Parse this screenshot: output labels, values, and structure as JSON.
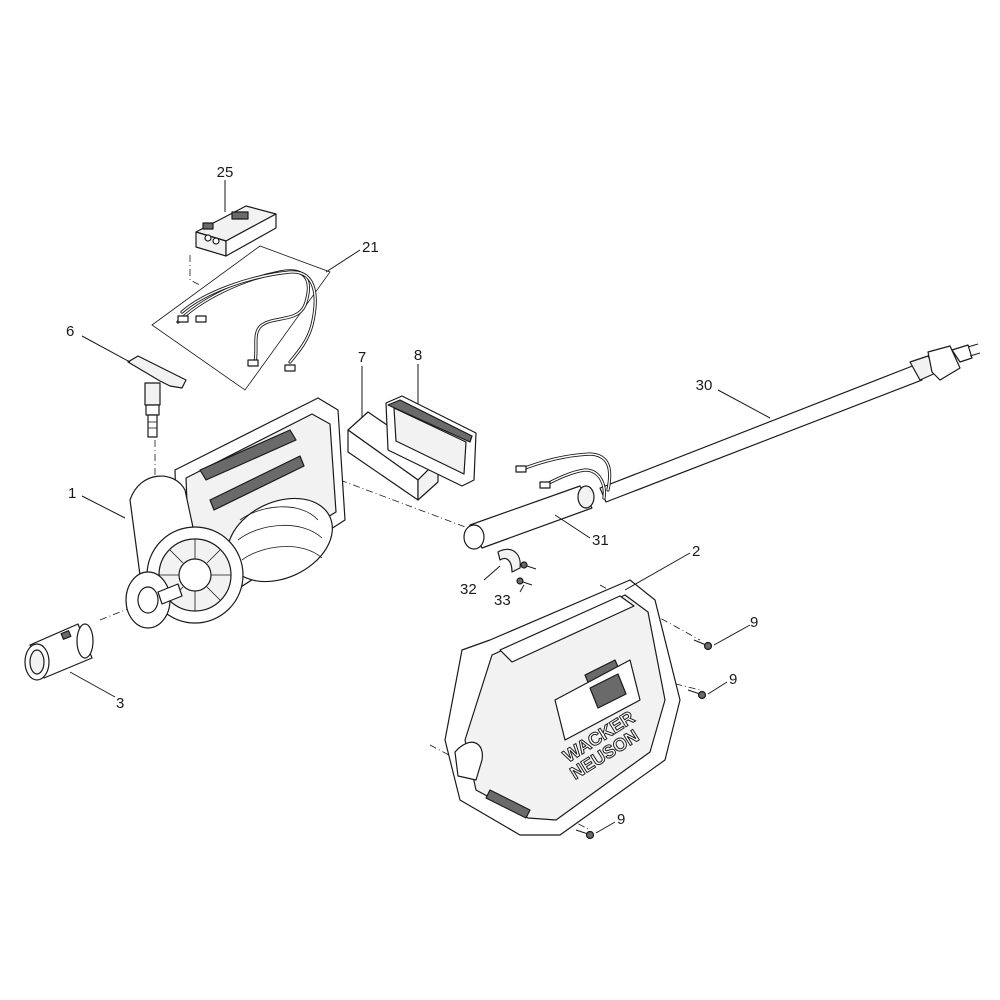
{
  "diagram": {
    "brand_logo_lines": [
      "WACKER",
      "NEUSON"
    ],
    "callouts": [
      {
        "id": "c25",
        "label": "25"
      },
      {
        "id": "c21",
        "label": "21"
      },
      {
        "id": "c6",
        "label": "6"
      },
      {
        "id": "c7",
        "label": "7"
      },
      {
        "id": "c8",
        "label": "8"
      },
      {
        "id": "c30",
        "label": "30"
      },
      {
        "id": "c1",
        "label": "1"
      },
      {
        "id": "c31",
        "label": "31"
      },
      {
        "id": "c2",
        "label": "2"
      },
      {
        "id": "c32",
        "label": "32"
      },
      {
        "id": "c33",
        "label": "33"
      },
      {
        "id": "c9a",
        "label": "9"
      },
      {
        "id": "c9b",
        "label": "9"
      },
      {
        "id": "c9c",
        "label": "9"
      },
      {
        "id": "c3",
        "label": "3"
      }
    ]
  }
}
